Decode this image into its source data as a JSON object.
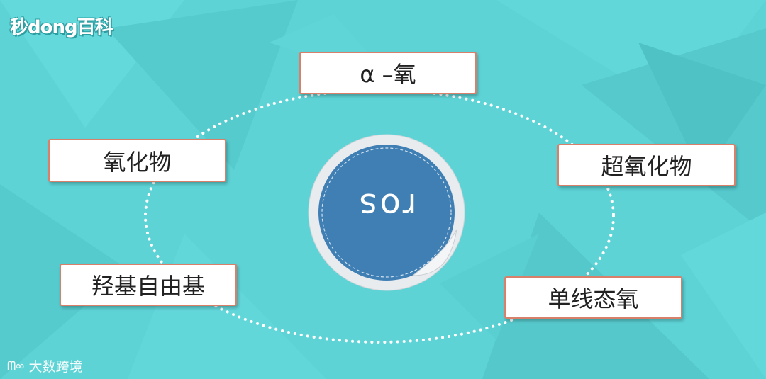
{
  "brand": {
    "logo_text": "秒dong百科"
  },
  "diagram": {
    "center_label": "ros",
    "nodes": [
      {
        "id": "alpha-oxygen",
        "label": "α –氧"
      },
      {
        "id": "oxide",
        "label": "氧化物"
      },
      {
        "id": "superoxide",
        "label": "超氧化物"
      },
      {
        "id": "hydroxyl-radical",
        "label": "羟基自由基"
      },
      {
        "id": "singlet-oxygen",
        "label": "单线态氧"
      }
    ]
  },
  "watermark": {
    "icon": "100-icon",
    "text": "大数跨境"
  },
  "colors": {
    "background": "#5dd3d6",
    "circle": "#3f7fb4",
    "box_border": "#d9806a"
  }
}
